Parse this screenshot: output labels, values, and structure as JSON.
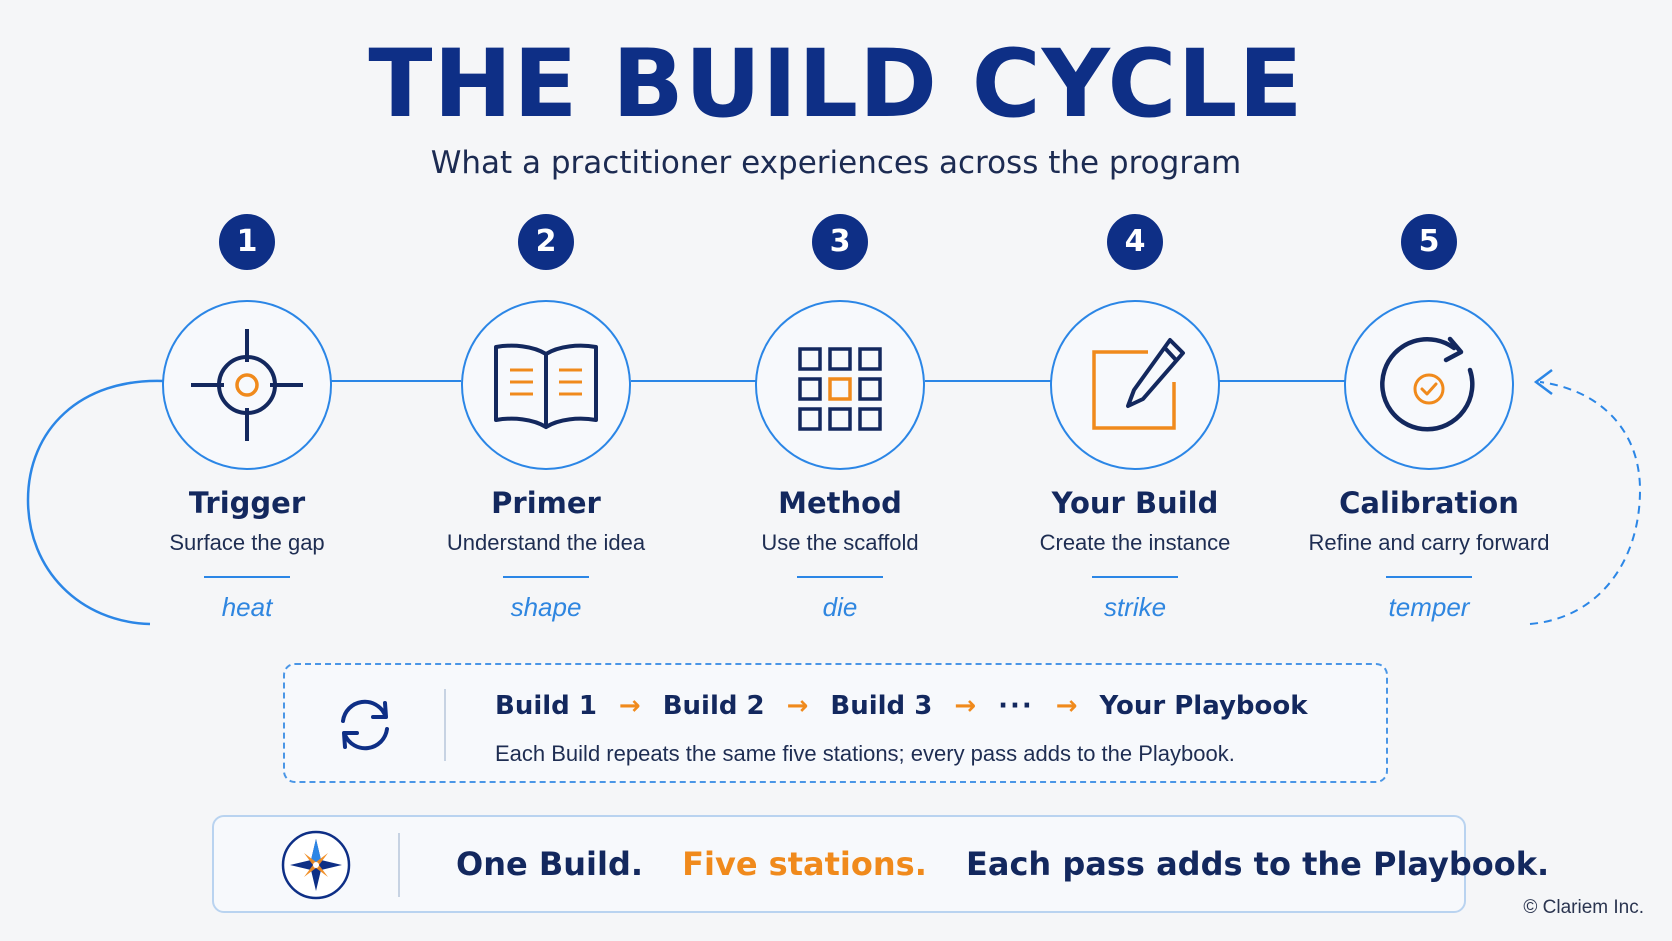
{
  "title": "THE BUILD CYCLE",
  "subtitle": "What a practitioner experiences across the program",
  "stations": [
    {
      "number": "1",
      "name": "Trigger",
      "description": "Surface the gap",
      "metalwork": "heat",
      "icon": "crosshair-icon"
    },
    {
      "number": "2",
      "name": "Primer",
      "description": "Understand the idea",
      "metalwork": "shape",
      "icon": "open-book-icon"
    },
    {
      "number": "3",
      "name": "Method",
      "description": "Use the scaffold",
      "metalwork": "die",
      "icon": "grid-icon"
    },
    {
      "number": "4",
      "name": "Your Build",
      "description": "Create the instance",
      "metalwork": "strike",
      "icon": "pencil-square-icon"
    },
    {
      "number": "5",
      "name": "Calibration",
      "description": "Refine and carry forward",
      "metalwork": "temper",
      "icon": "refresh-check-icon"
    }
  ],
  "repeat": {
    "icon": "cycle-arrows-icon",
    "sequence": [
      "Build 1",
      "Build 2",
      "Build 3",
      "···",
      "Your Playbook"
    ],
    "arrow": "→",
    "caption": "Each Build repeats the same five stations; every pass adds to the Playbook."
  },
  "motto": {
    "icon": "compass-star-icon",
    "part1": "One Build.",
    "part2": "Five stations.",
    "part3": "Each pass adds to the Playbook."
  },
  "copyright": "© Clariem Inc.",
  "colors": {
    "navy": "#0e2f86",
    "blue_line": "#2b86e6",
    "orange": "#f08a1c",
    "text_dark": "#13285e"
  }
}
